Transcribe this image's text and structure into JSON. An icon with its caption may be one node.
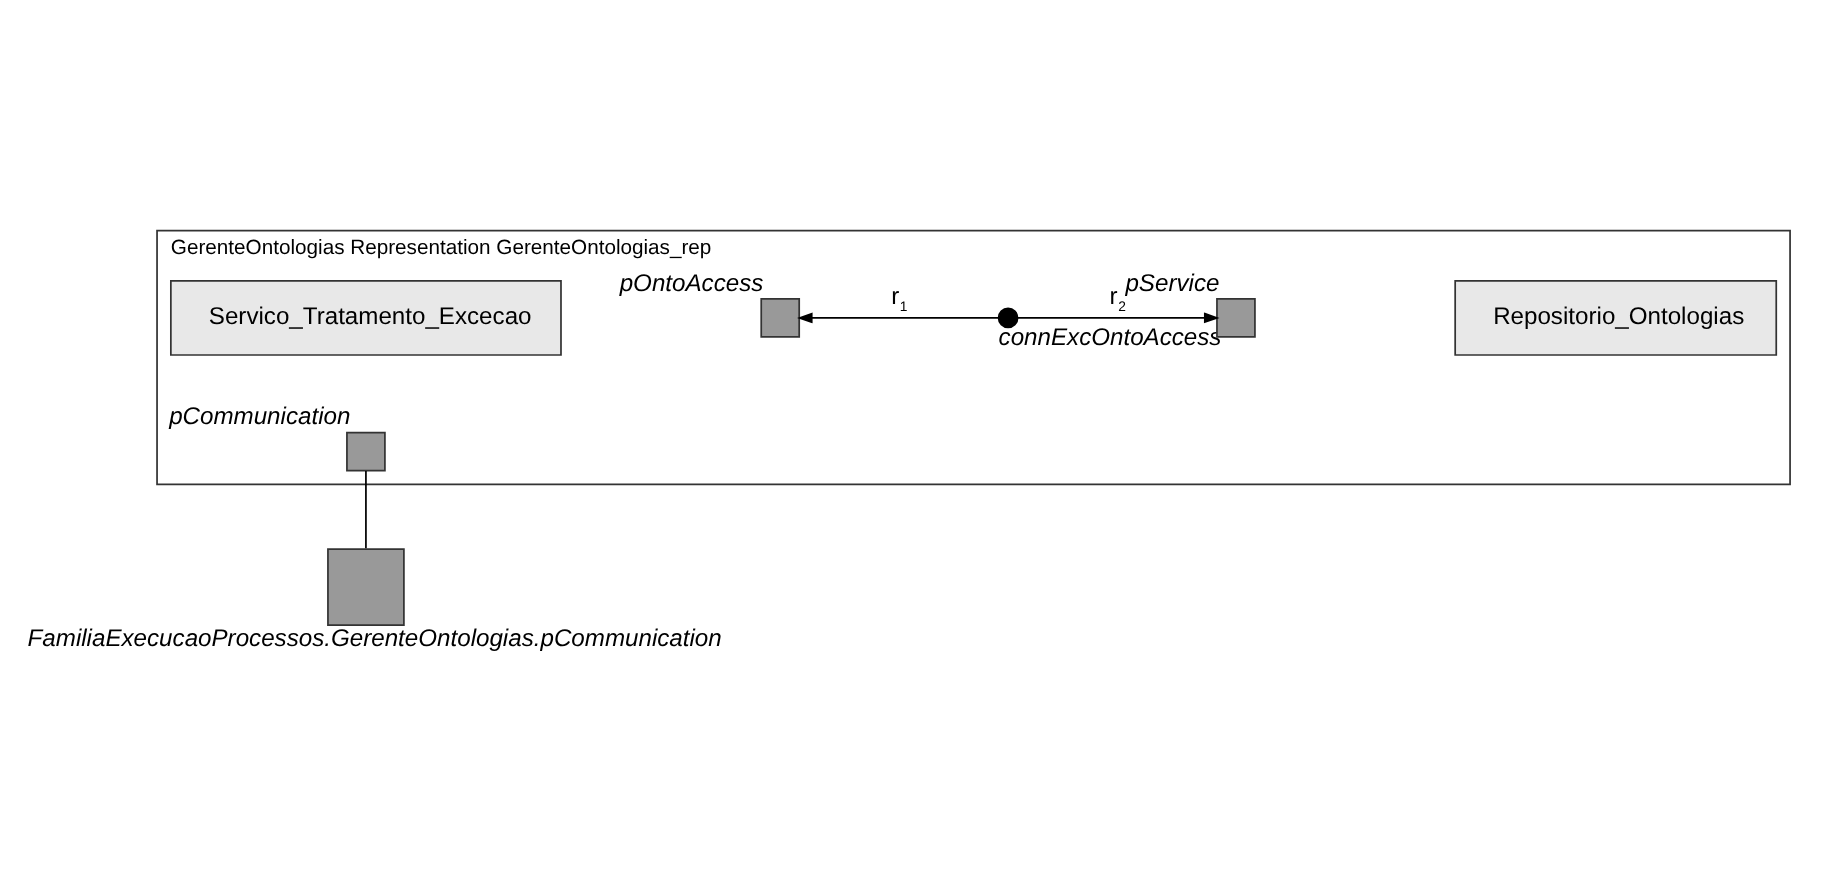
{
  "diagram": {
    "nodes": [
      {
        "text": [
          "GerenteOntologias Representation GerenteOntologias_rep"
        ]
      },
      {
        "text": [
          "Servico_Tratamento_Excecao"
        ],
        "in": 0
      },
      {
        "text": [],
        "shape": "box",
        "beside": [
          "pOntoAccess"
        ],
        "in": 0
      },
      {
        "text": [],
        "shape": "box",
        "beside": [
          "pCommunication"
        ],
        "in": 0
      },
      {
        "text": [],
        "shape": "circle",
        "beside": [
          "connExcOntoAccess"
        ],
        "in": 0
      },
      {
        "text": [],
        "shape": "box",
        "beside": [
          "pService"
        ],
        "in": 0
      },
      {
        "text": [
          "Repositorio_Ontologias"
        ],
        "in": 0
      },
      {
        "text": [],
        "shape": "box",
        "beside": [
          "FamiliaExecucaoProcessos.GerenteOntologias.pCommunication"
        ]
      }
    ],
    "edges": [
      {
        "from": 4,
        "to": 2,
        "arrow": "to",
        "label": "r$_{1}$"
      },
      {
        "from": 4,
        "to": 5,
        "arrow": "to",
        "label": "r$_{2}$"
      },
      {
        "from": 3,
        "to": 7,
        "arrow": "none"
      }
    ]
  }
}
